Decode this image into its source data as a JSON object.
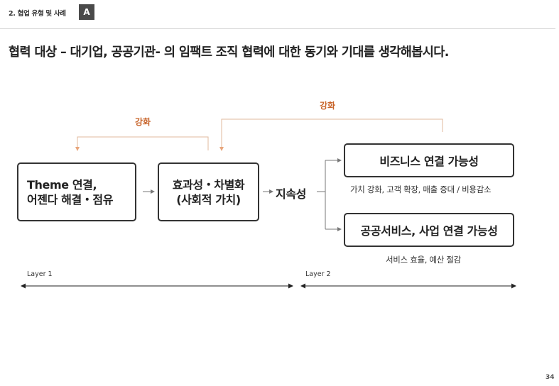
{
  "header": {
    "section_label": "2. 협업 유형 및 사례",
    "badge": "A"
  },
  "headline": "협력 대상 – 대기업, 공공기관- 의 임팩트 조직 협력에 대한 동기와 기대를 생각해봅시다.",
  "diagram": {
    "theme_box": {
      "line1": "Theme 연결,",
      "line2": "어젠다 해결・점유"
    },
    "effect_box": {
      "line1": "효과성・차별화",
      "line2": "(사회적 가치)"
    },
    "sustainability": "지속성",
    "business_box": "비즈니스 연결 가능성",
    "business_sub": "가치 강화, 고객 확장, 매출 증대 / 비용감소",
    "public_box": "공공서비스, 사업 연결 가능성",
    "public_sub": "서비스 효율, 예산 절감",
    "reinforce_1": "강화",
    "reinforce_2": "강화",
    "layer_1": "Layer 1",
    "layer_2": "Layer 2"
  },
  "colors": {
    "accent": "#c8642a",
    "box_border": "#333333",
    "connector": "#777777",
    "loop_line": "#e0b89c",
    "badge_bg": "#4a4a4a"
  },
  "page_number": "34"
}
